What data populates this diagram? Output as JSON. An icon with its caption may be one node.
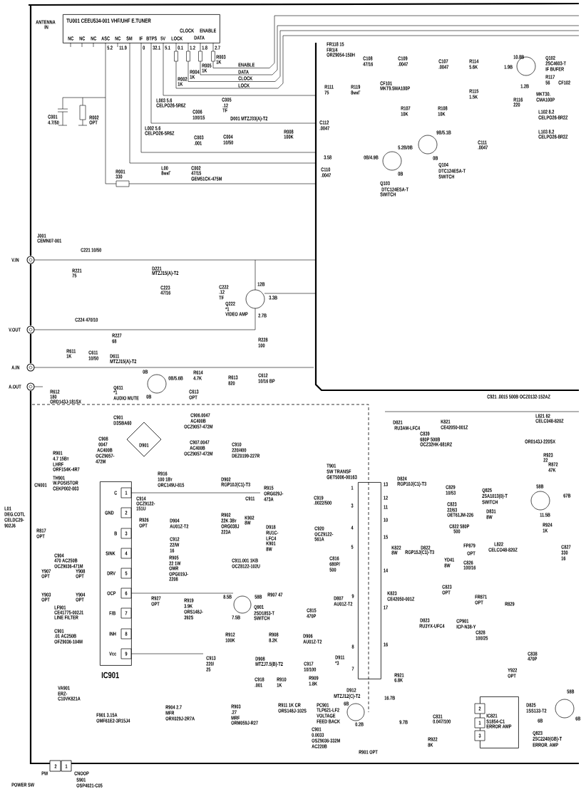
{
  "diagram": {
    "nodes": [
      {
        "text": [
          "TU001 CEEU534-001 VHF/UHF E.TUNER"
        ]
      },
      {
        "text": [
          "IC901"
        ]
      },
      {
        "text": [
          "T901",
          "SW TRANSF",
          "GET5006-00163"
        ]
      },
      {
        "text": [
          "IC821",
          "S1854-C1",
          "ERROR AMP"
        ]
      }
    ],
    "labels": [
      "ANTENNA",
      "IN",
      "NC",
      "NC",
      "NC",
      "ASC",
      "NC",
      "SM",
      "IF",
      "BTPS",
      "5V",
      "LOCK",
      "CLOCK",
      "ENABLE",
      "DATA",
      "5.2",
      "11.9",
      "0",
      "32.1",
      "5.1",
      "0.1",
      "1.2",
      "1.8",
      "2.7",
      "R002",
      "1K",
      "R004",
      "1K",
      "R005",
      "1K",
      "R003",
      "1K",
      "ENABLE",
      "DATA",
      "CLOCK",
      "LOCK",
      "L003 5.6",
      "CELPO26-5R6Z",
      "C006",
      "100/15",
      "C005",
      ".12",
      "TF",
      "D001 MTZJ33(A)-T2",
      "R008",
      "100K",
      "L002 5.6",
      "CELPO26-5R6Z",
      "C003",
      ".001",
      "C004",
      "10/50",
      "C001",
      "4.7/50",
      "R002",
      "OPT",
      "L00",
      "8мкГ",
      "C002",
      "47/15",
      "GEM51CK-475M",
      "R001",
      "330",
      "J001",
      "CEMN07-001",
      "C221 10/50",
      "V.IN",
      "FR118 15",
      "FR1/4",
      "ORZ9054-150H",
      "C108",
      "47/16",
      "C109",
      ".0047",
      "C107",
      ".0047",
      "R114",
      "5.6K",
      "R115",
      "1.5K",
      "10.8B",
      "Q102",
      "2SC4603-T",
      "IF BUFER",
      "1.9B",
      "R117",
      "56",
      "CF102",
      "1.2B",
      "MKT30.",
      "R116",
      "CMA100P",
      "220",
      "L102 8.2",
      "CELPO26-8R2Z",
      "L103 8.2",
      "CELPO26-8R2Z",
      "R111",
      "75",
      "R119",
      "8мкГ",
      "CF101",
      "MKT9.5MA100P",
      "R107",
      "10K",
      "R108",
      "10K",
      "9B/5.1B",
      "5.2B/0B",
      "C111",
      ".0047",
      "C112",
      ".0047",
      "3.58",
      "0B/4.9B",
      "C110",
      ".0047",
      "0B",
      "0B",
      "Q104",
      "DTC124ESA-T",
      "SWITCH",
      "Q103",
      "DTC124ESA-T",
      "SWITCH",
      "R221",
      "75",
      "D221",
      "MTZJ15(A)-T2",
      "C223",
      "47/16",
      "C222",
      ".12",
      "TF",
      "12B",
      "3.3B",
      "Q222",
      "*1",
      "VIDEO AMP",
      "2.7B",
      "C224 470/10",
      "V.OUT",
      "R227",
      "68",
      "R228",
      "100",
      "R611",
      "1K",
      "C611",
      "10/50",
      "D611",
      "MTZJ15(A)-T2",
      "A.IN",
      "R614",
      "4.7K",
      "R613",
      "820",
      "C612",
      "10/16 BP",
      "0B",
      "0B/5.6B",
      "C613",
      "0B",
      "OPT",
      "A.OUT",
      "R612",
      "180",
      "ORD143J-181SX",
      "Q611",
      "*1",
      "AUDIO MUTE",
      "C901",
      "D3SBA60",
      "C906.0047",
      "AC400B",
      "OCZ9057-472M",
      "C908",
      "0047",
      "AC400B",
      "OCZ9057-",
      "472M",
      "D901",
      "C907.0047",
      "AC400B",
      "OCZ9057-472M",
      "C910",
      "220/400",
      "DEZ0199-227R",
      "R901",
      "4.7 15Вт",
      "LHRF",
      "ORF154K-4R7",
      "TH901",
      "W.POSISTOR",
      "CEKP002-003",
      "CN001",
      "R916",
      "100 1Вт",
      "ORC149U-815",
      "D902",
      "RGP10J(C1)-T3",
      "C911",
      "R915",
      "ORG029J-",
      "473A",
      "C",
      "GND",
      "B",
      "SINK",
      "DRV",
      "OCP",
      "F/B",
      "INH",
      "Vcc",
      "1",
      "2",
      "3",
      "4",
      "5",
      "6",
      "7",
      "8",
      "9",
      "C914",
      "OCZ9122-",
      "151U",
      "R926",
      "OPT",
      "D904",
      "AU01Z-T2",
      "L01",
      "DEG.COTL",
      "CELDC29-",
      "902J6",
      "R817",
      "OPT",
      "R902",
      "22K 3Вт",
      "ORG038J",
      "223A",
      "K902",
      "8W",
      "D918",
      "RU1C-",
      "LFC4",
      "K901",
      "8W",
      "C912",
      "22/W",
      "16",
      "R905",
      "22 1W",
      "OMR",
      "OPG019J-",
      "2208",
      "C911.001 1KB",
      "OCZ8122-102U",
      "C904",
      "470 AC250B",
      "OCZ9036-471M",
      "Y907",
      "OPT",
      "Y908",
      "OPT",
      "Y903",
      "OPT",
      "Y904",
      "OPT",
      "LF901",
      "CE41775-002J1",
      "LINE FILTER",
      "C901",
      ".01 AC250B",
      "OFZ9036-104M",
      "R927",
      "OPT",
      "R919",
      "3.9K",
      "ORS148J-",
      "392S",
      "8.5B",
      "58B",
      "R907 47",
      "Q901",
      "2SD1853-T",
      "7.5B",
      "SWITCH",
      "R912",
      "100K",
      "R908",
      "8.2K",
      "C913",
      "220/",
      "25",
      "D908",
      "MTZJ7.5(B)-T2",
      "C918",
      ".001",
      "R910",
      "1K",
      "VA901",
      "ERZ-",
      "C10VK821A",
      "F901 3.15A",
      "OMF61E2-3R15J4",
      "R904 2.7",
      "MFR",
      "ORX029J-2R7A",
      "R903",
      ".27",
      "MRF",
      "ORM059J-R27",
      "R911 1K CR",
      "ORS148J-102S",
      "PW",
      "2",
      "1",
      "CNOOP",
      "S901",
      "POWER SW",
      "OSP4021-C05",
      "C921 .0015 500B OCZ0132-152AZ",
      "L821 82",
      "D821",
      "K821",
      "CELC048-820Z",
      "RU3AM-LFC4",
      "CE42050-001Z",
      "C839",
      "680P 500B",
      "OCZ32HK-681RZ",
      "OR0143J-220SX",
      "R923",
      "22",
      "R872",
      "47K",
      "D824",
      "RGP10J(C1)-T3",
      "C829",
      "10/53",
      "C823",
      "22/63",
      "OET61JM-226",
      "Q825",
      "2SA1013(0)-T",
      "SWITCH",
      "58B",
      "67B",
      "11.5B",
      "D831",
      "8W",
      "R924",
      "1K",
      "1",
      "3",
      "4",
      "5",
      "13",
      "12",
      "11",
      "10",
      "C919",
      ".0022/500",
      "C920",
      "OCZ9122-",
      "561A",
      "C822 580P",
      "500",
      "15",
      "K822",
      "8W",
      "D822",
      "RGP15J(C1)-T3",
      "FP879",
      "OPT",
      "L822",
      "CELCO48-820Z",
      "YD41",
      "8W",
      "C826",
      "100/16",
      "C827",
      "330",
      "16",
      "14",
      "C816",
      "680P/",
      "500",
      "9",
      "K823",
      "CE42050-001Z",
      "C823",
      "OPT",
      "FR871",
      "OPT",
      "R829",
      "17",
      "D807",
      "AU01Z-T2",
      "C815",
      "470P",
      "D823",
      "RU3YX-UFC4",
      "CP901",
      "ICP-N38-Y",
      "C828",
      "100/25",
      "D906",
      "AU01Z-T2",
      "8",
      "16",
      "D911",
      "C838",
      "470P",
      "C917",
      "*3",
      "10/100",
      "7",
      "Y922",
      "R909",
      "R921",
      "OPT",
      "1.8K",
      "6.8K",
      "D912",
      "58B",
      "MTZJ12(C)-T2",
      "16.7B",
      "PC901",
      "6B",
      "D825",
      "TLP621-LF2",
      "2",
      "1SS133-T2",
      "VOLTAGE",
      "FEED BACK",
      "9.7B",
      "C831",
      "0.047/100",
      "1",
      "6B",
      "6B",
      "0.2B",
      "C901",
      "0.0033",
      "OSZ9036-332M",
      "AC220B",
      "3",
      "Q823",
      "R922",
      "2SC2240(GB)-T",
      "8K",
      "ERROR. AMP",
      "R901 OPT"
    ]
  }
}
